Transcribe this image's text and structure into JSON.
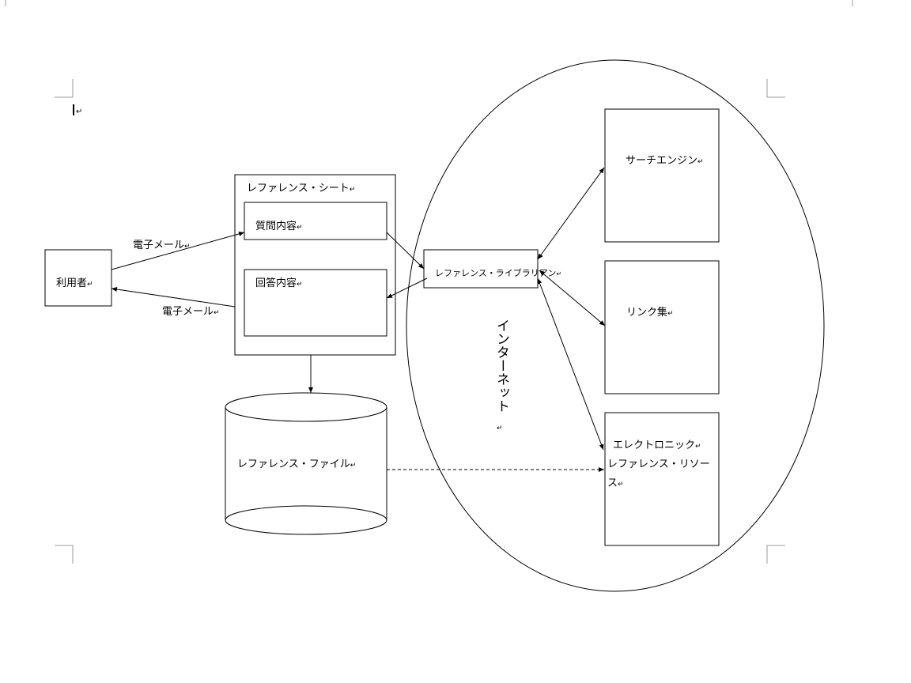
{
  "nodes": {
    "user": "利用者",
    "reference_sheet": "レファレンス・シート",
    "question": "質問内容",
    "answer": "回答内容",
    "reference_file": "レファレンス・ファイル",
    "librarian": "レファレンス・ライブラリアン",
    "internet": "インターネット",
    "search_engine": "サーチエンジン",
    "link_collection": "リンク集",
    "electronic_line1": "エレクトロニック",
    "electronic_line2": "レファレンス・リソー",
    "electronic_line3": "ス"
  },
  "edges": {
    "email_in": "電子メール",
    "email_out": "電子メール"
  },
  "marks": {
    "paragraph": "↵",
    "cursor_para": "↵",
    "internet_end": "↵"
  },
  "colors": {
    "line": "#000000",
    "margin_marks": "#9a9a9a",
    "background": "#ffffff"
  }
}
